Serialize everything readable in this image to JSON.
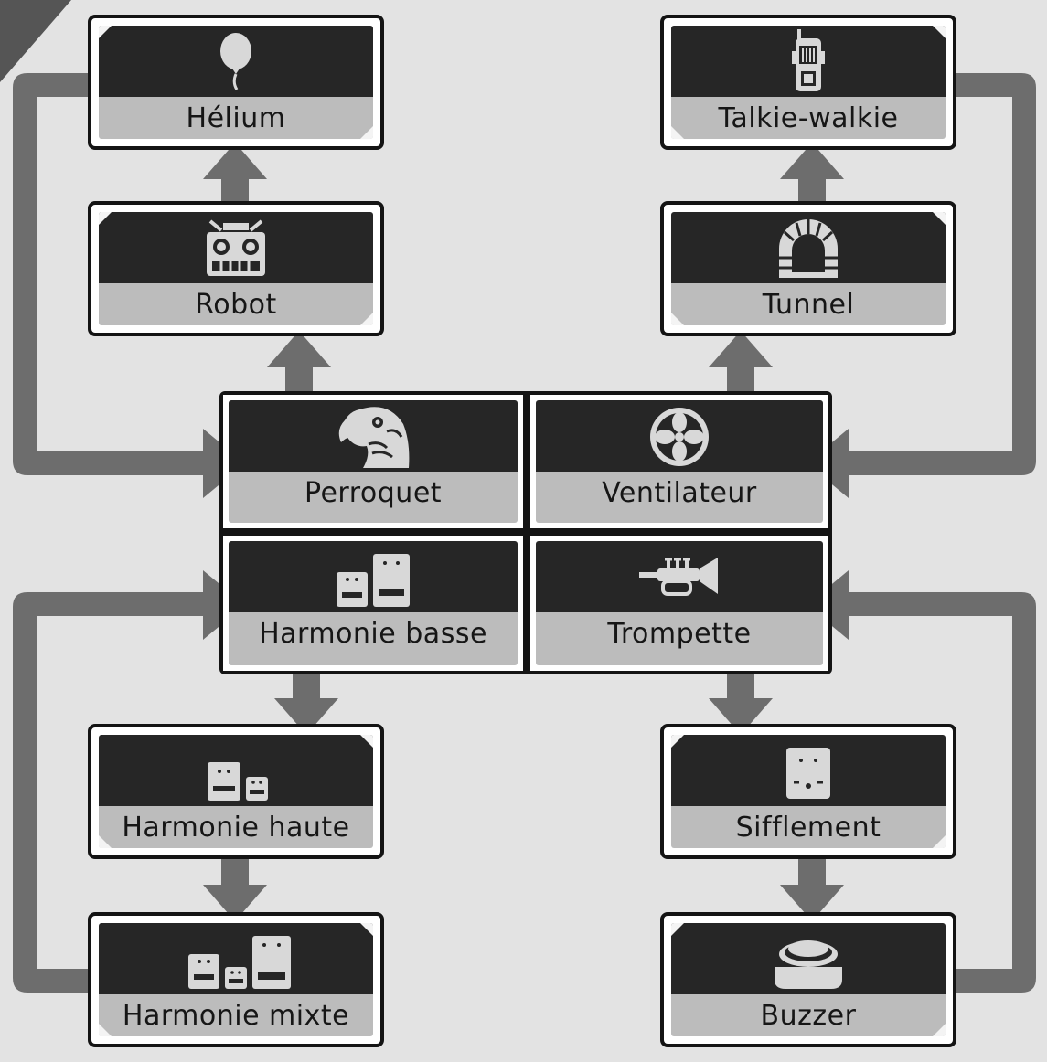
{
  "colors": {
    "background": "#e3e3e3",
    "connector": "#6d6d6d",
    "card_top": "#262626",
    "card_label_bg": "#bcbcbc",
    "icon": "#d8d8d8"
  },
  "cards": {
    "helium": {
      "label": "Hélium",
      "icon": "balloon-icon"
    },
    "robot": {
      "label": "Robot",
      "icon": "robot-icon"
    },
    "perroquet": {
      "label": "Perroquet",
      "icon": "parrot-icon"
    },
    "ventilateur": {
      "label": "Ventilateur",
      "icon": "fan-icon"
    },
    "talkie_walkie": {
      "label": "Talkie-walkie",
      "icon": "walkie-talkie-icon"
    },
    "tunnel": {
      "label": "Tunnel",
      "icon": "tunnel-icon"
    },
    "harmonie_basse": {
      "label": "Harmonie basse",
      "icon": "low-harmony-icon"
    },
    "trompette": {
      "label": "Trompette",
      "icon": "trumpet-icon"
    },
    "harmonie_haute": {
      "label": "Harmonie haute",
      "icon": "high-harmony-icon"
    },
    "harmonie_mixte": {
      "label": "Harmonie mixte",
      "icon": "mixed-harmony-icon"
    },
    "sifflement": {
      "label": "Sifflement",
      "icon": "whistle-face-icon"
    },
    "buzzer": {
      "label": "Buzzer",
      "icon": "buzzer-icon"
    }
  }
}
